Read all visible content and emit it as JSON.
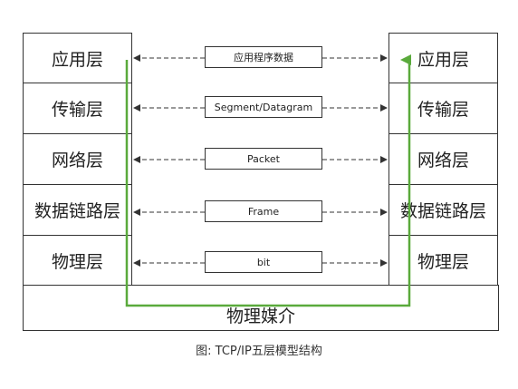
{
  "layers": [
    "应用层",
    "传输层",
    "网络层",
    "数据链路层",
    "物理层"
  ],
  "pdus": [
    "应用程序数据",
    "Segment/Datagram",
    "Packet",
    "Frame",
    "bit"
  ],
  "medium": "物理媒介",
  "caption": "图: TCP/IP五层模型结构",
  "colors": {
    "flow": "#5aaa3c",
    "border": "#333333",
    "dash": "#333333"
  }
}
